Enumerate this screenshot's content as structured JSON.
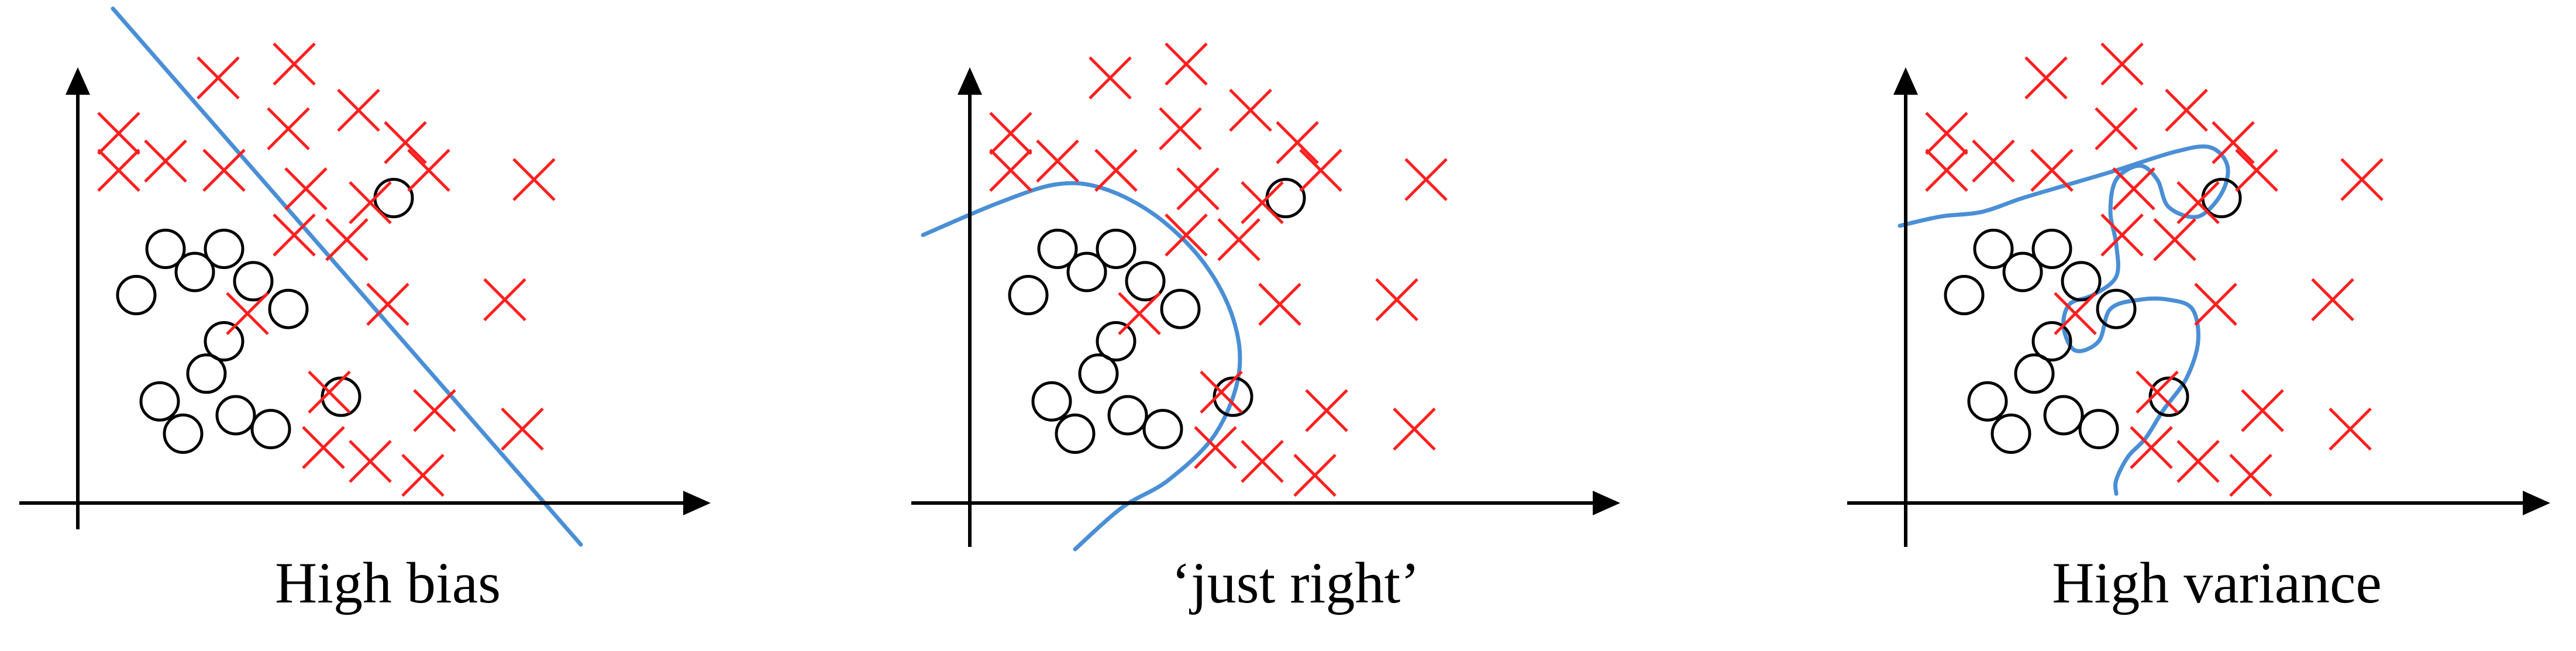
{
  "panels": [
    {
      "caption": "High bias",
      "boundary_type": "linear",
      "circles": [
        [
          0.54,
          0.66
        ],
        [
          0.15,
          0.55
        ],
        [
          0.1,
          0.45
        ],
        [
          0.2,
          0.5
        ],
        [
          0.25,
          0.55
        ],
        [
          0.3,
          0.48
        ],
        [
          0.25,
          0.35
        ],
        [
          0.22,
          0.28
        ],
        [
          0.14,
          0.22
        ],
        [
          0.18,
          0.15
        ],
        [
          0.27,
          0.19
        ],
        [
          0.45,
          0.23
        ],
        [
          0.33,
          0.16
        ],
        [
          0.36,
          0.42
        ]
      ],
      "crosses": [
        [
          0.07,
          0.8
        ],
        [
          0.07,
          0.72
        ],
        [
          0.24,
          0.92
        ],
        [
          0.37,
          0.95
        ],
        [
          0.15,
          0.74
        ],
        [
          0.36,
          0.81
        ],
        [
          0.48,
          0.85
        ],
        [
          0.39,
          0.68
        ],
        [
          0.56,
          0.78
        ],
        [
          0.6,
          0.72
        ],
        [
          0.5,
          0.65
        ],
        [
          0.46,
          0.57
        ],
        [
          0.37,
          0.58
        ],
        [
          0.29,
          0.41
        ],
        [
          0.53,
          0.43
        ],
        [
          0.73,
          0.44
        ],
        [
          0.43,
          0.24
        ],
        [
          0.61,
          0.2
        ],
        [
          0.42,
          0.12
        ],
        [
          0.5,
          0.09
        ],
        [
          0.59,
          0.06
        ],
        [
          0.78,
          0.7
        ],
        [
          0.76,
          0.16
        ],
        [
          0.25,
          0.72
        ]
      ],
      "line": [
        [
          0.06,
          1.07
        ],
        [
          0.86,
          -0.09
        ]
      ]
    },
    {
      "caption": "‘just right’",
      "boundary_type": "smooth curve",
      "crosses": [
        [
          0.07,
          0.8
        ],
        [
          0.07,
          0.72
        ],
        [
          0.24,
          0.92
        ],
        [
          0.37,
          0.95
        ],
        [
          0.15,
          0.74
        ],
        [
          0.36,
          0.81
        ],
        [
          0.48,
          0.85
        ],
        [
          0.39,
          0.68
        ],
        [
          0.56,
          0.78
        ],
        [
          0.6,
          0.72
        ],
        [
          0.5,
          0.65
        ],
        [
          0.46,
          0.57
        ],
        [
          0.37,
          0.58
        ],
        [
          0.29,
          0.41
        ],
        [
          0.53,
          0.43
        ],
        [
          0.73,
          0.44
        ],
        [
          0.43,
          0.24
        ],
        [
          0.61,
          0.2
        ],
        [
          0.42,
          0.12
        ],
        [
          0.5,
          0.09
        ],
        [
          0.59,
          0.06
        ],
        [
          0.78,
          0.7
        ],
        [
          0.76,
          0.16
        ],
        [
          0.25,
          0.72
        ]
      ],
      "circles": [
        [
          0.54,
          0.66
        ],
        [
          0.15,
          0.55
        ],
        [
          0.1,
          0.45
        ],
        [
          0.2,
          0.5
        ],
        [
          0.25,
          0.55
        ],
        [
          0.3,
          0.48
        ],
        [
          0.25,
          0.35
        ],
        [
          0.22,
          0.28
        ],
        [
          0.14,
          0.22
        ],
        [
          0.18,
          0.15
        ],
        [
          0.27,
          0.19
        ],
        [
          0.45,
          0.23
        ],
        [
          0.33,
          0.16
        ],
        [
          0.36,
          0.42
        ]
      ],
      "curve": [
        [
          -0.08,
          0.58
        ],
        [
          0.05,
          0.65
        ],
        [
          0.15,
          0.69
        ],
        [
          0.23,
          0.68
        ],
        [
          0.32,
          0.62
        ],
        [
          0.4,
          0.52
        ],
        [
          0.45,
          0.4
        ],
        [
          0.46,
          0.28
        ],
        [
          0.42,
          0.15
        ],
        [
          0.34,
          0.05
        ],
        [
          0.26,
          -0.01
        ],
        [
          0.18,
          -0.1
        ]
      ]
    },
    {
      "caption": "High variance",
      "boundary_type": "complex wiggly curve",
      "crosses": [
        [
          0.07,
          0.8
        ],
        [
          0.07,
          0.72
        ],
        [
          0.24,
          0.92
        ],
        [
          0.37,
          0.95
        ],
        [
          0.15,
          0.74
        ],
        [
          0.36,
          0.81
        ],
        [
          0.48,
          0.85
        ],
        [
          0.39,
          0.68
        ],
        [
          0.56,
          0.78
        ],
        [
          0.6,
          0.72
        ],
        [
          0.5,
          0.65
        ],
        [
          0.46,
          0.57
        ],
        [
          0.37,
          0.58
        ],
        [
          0.29,
          0.41
        ],
        [
          0.53,
          0.43
        ],
        [
          0.73,
          0.44
        ],
        [
          0.43,
          0.24
        ],
        [
          0.61,
          0.2
        ],
        [
          0.42,
          0.12
        ],
        [
          0.5,
          0.09
        ],
        [
          0.59,
          0.06
        ],
        [
          0.78,
          0.7
        ],
        [
          0.76,
          0.16
        ],
        [
          0.25,
          0.72
        ]
      ],
      "circles": [
        [
          0.54,
          0.66
        ],
        [
          0.15,
          0.55
        ],
        [
          0.1,
          0.45
        ],
        [
          0.2,
          0.5
        ],
        [
          0.25,
          0.55
        ],
        [
          0.3,
          0.48
        ],
        [
          0.25,
          0.35
        ],
        [
          0.22,
          0.28
        ],
        [
          0.14,
          0.22
        ],
        [
          0.18,
          0.15
        ],
        [
          0.27,
          0.19
        ],
        [
          0.45,
          0.23
        ],
        [
          0.33,
          0.16
        ],
        [
          0.36,
          0.42
        ]
      ],
      "curve": [
        [
          -0.01,
          0.6
        ],
        [
          0.06,
          0.62
        ],
        [
          0.13,
          0.63
        ],
        [
          0.2,
          0.66
        ],
        [
          0.28,
          0.69
        ],
        [
          0.36,
          0.72
        ],
        [
          0.46,
          0.76
        ],
        [
          0.52,
          0.77
        ],
        [
          0.55,
          0.73
        ],
        [
          0.54,
          0.67
        ],
        [
          0.5,
          0.62
        ],
        [
          0.45,
          0.64
        ],
        [
          0.43,
          0.7
        ],
        [
          0.4,
          0.73
        ],
        [
          0.36,
          0.7
        ],
        [
          0.35,
          0.63
        ],
        [
          0.36,
          0.56
        ],
        [
          0.36,
          0.49
        ],
        [
          0.32,
          0.45
        ],
        [
          0.28,
          0.43
        ],
        [
          0.27,
          0.38
        ],
        [
          0.29,
          0.33
        ],
        [
          0.33,
          0.35
        ],
        [
          0.35,
          0.42
        ],
        [
          0.4,
          0.44
        ],
        [
          0.45,
          0.44
        ],
        [
          0.49,
          0.42
        ],
        [
          0.5,
          0.35
        ],
        [
          0.48,
          0.27
        ],
        [
          0.44,
          0.2
        ],
        [
          0.41,
          0.14
        ],
        [
          0.38,
          0.1
        ],
        [
          0.36,
          0.05
        ],
        [
          0.36,
          0.02
        ]
      ]
    }
  ],
  "colors": {
    "cross": "#ff1f1f",
    "circle": "#000000",
    "boundary": "#4a8fd6",
    "axis": "#000000"
  }
}
